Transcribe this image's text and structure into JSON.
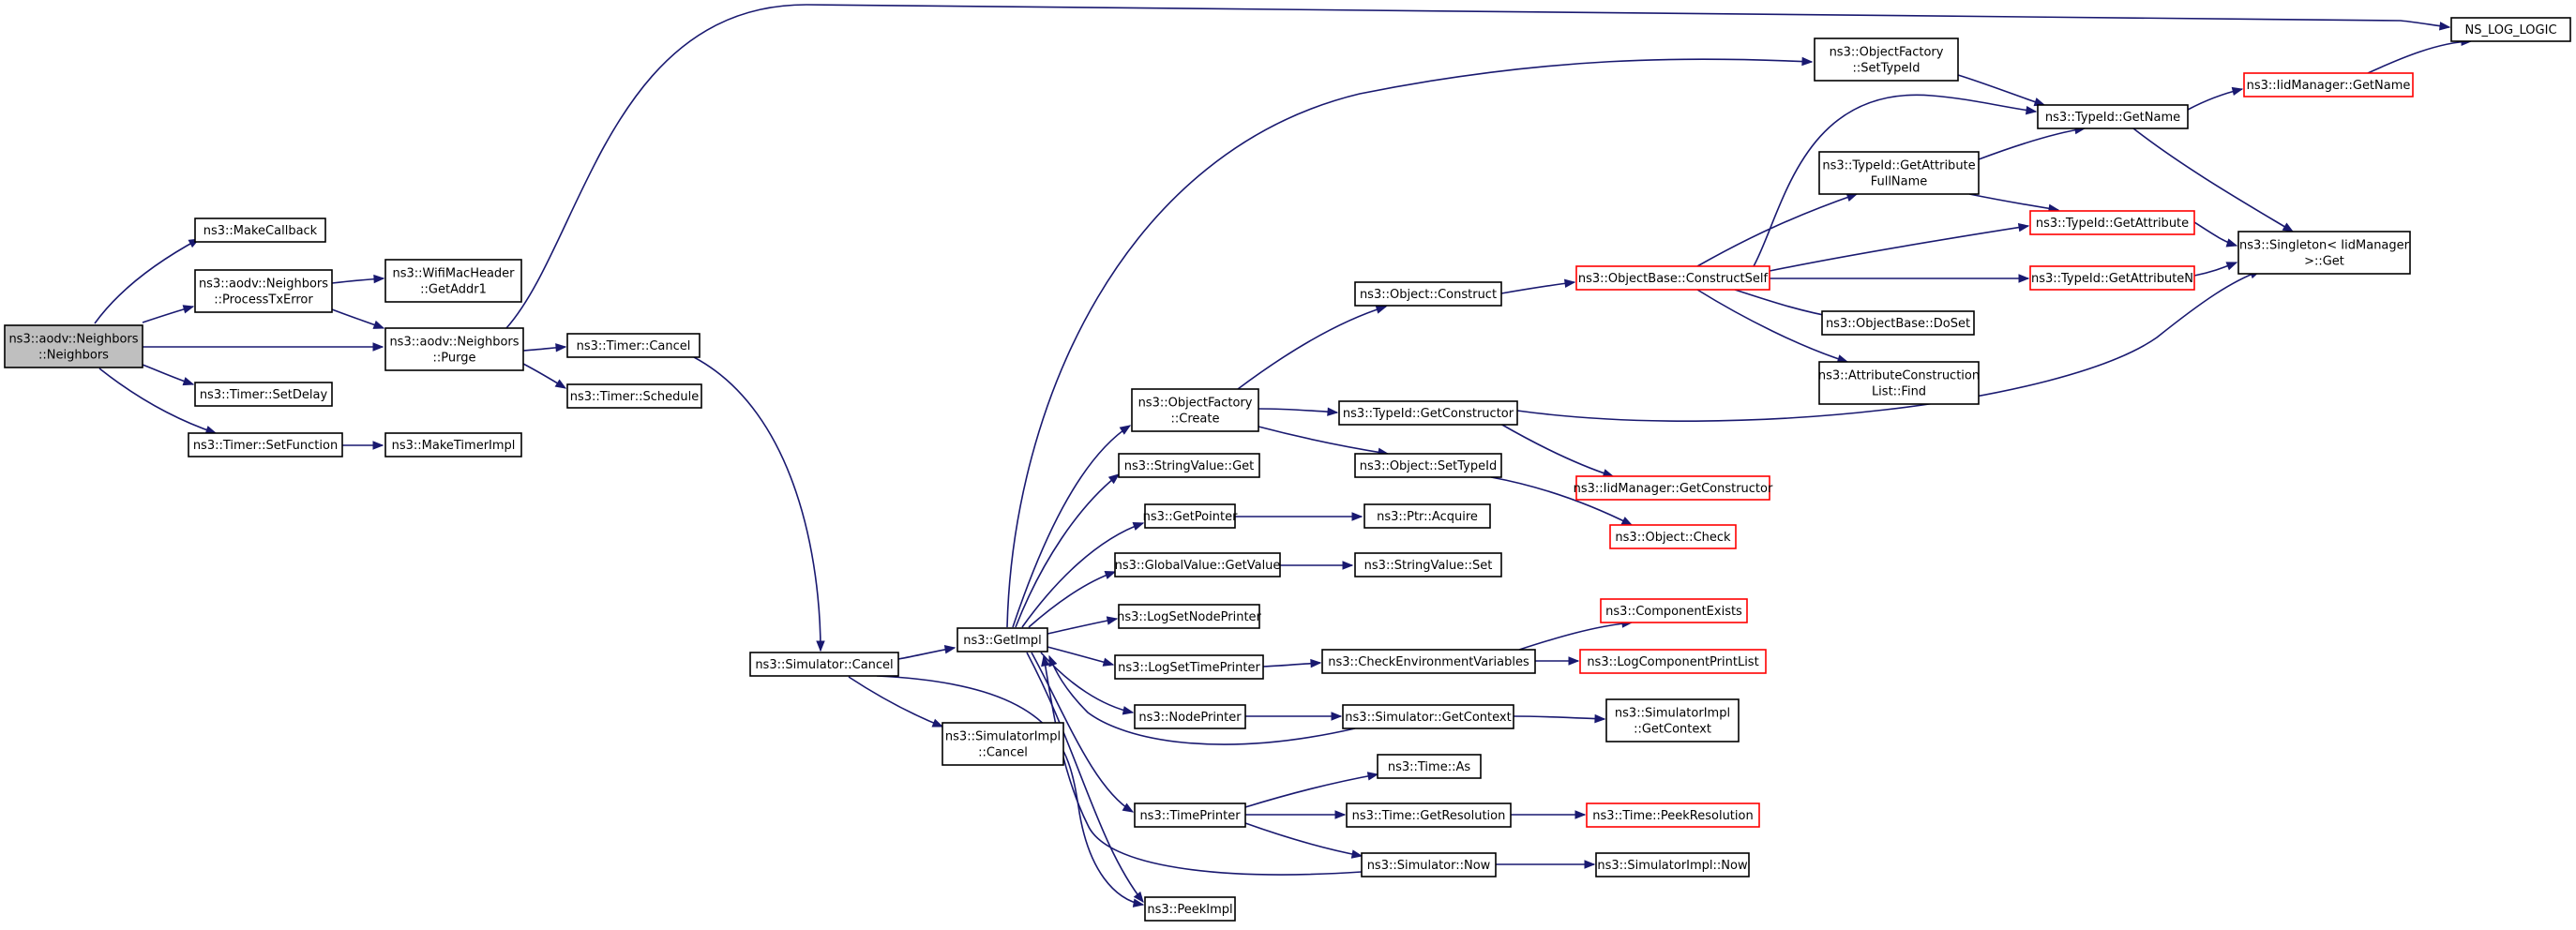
{
  "nodes": [
    {
      "id": "n_root",
      "lines": [
        "ns3::aodv::Neighbors",
        "::Neighbors"
      ],
      "border": "black",
      "fill": "#bfbfbf"
    },
    {
      "id": "n_makecallback",
      "lines": [
        "ns3::MakeCallback"
      ],
      "border": "black"
    },
    {
      "id": "n_processtxerror",
      "lines": [
        "ns3::aodv::Neighbors",
        "::ProcessTxError"
      ],
      "border": "black"
    },
    {
      "id": "n_setdelay",
      "lines": [
        "ns3::Timer::SetDelay"
      ],
      "border": "black"
    },
    {
      "id": "n_setfunction",
      "lines": [
        "ns3::Timer::SetFunction"
      ],
      "border": "black"
    },
    {
      "id": "n_getaddr1",
      "lines": [
        "ns3::WifiMacHeader",
        "::GetAddr1"
      ],
      "border": "black"
    },
    {
      "id": "n_purge",
      "lines": [
        "ns3::aodv::Neighbors",
        "::Purge"
      ],
      "border": "black"
    },
    {
      "id": "n_maketimerimpl",
      "lines": [
        "ns3::MakeTimerImpl"
      ],
      "border": "black"
    },
    {
      "id": "n_timercancel",
      "lines": [
        "ns3::Timer::Cancel"
      ],
      "border": "black"
    },
    {
      "id": "n_timerschedule",
      "lines": [
        "ns3::Timer::Schedule"
      ],
      "border": "black"
    },
    {
      "id": "n_simcancel",
      "lines": [
        "ns3::Simulator::Cancel"
      ],
      "border": "black"
    },
    {
      "id": "n_simimplcancel",
      "lines": [
        "ns3::SimulatorImpl",
        "::Cancel"
      ],
      "border": "black"
    },
    {
      "id": "n_getimpl",
      "lines": [
        "ns3::GetImpl"
      ],
      "border": "black"
    },
    {
      "id": "n_peekimpl",
      "lines": [
        "ns3::PeekImpl"
      ],
      "border": "black"
    },
    {
      "id": "n_ofcreate",
      "lines": [
        "ns3::ObjectFactory",
        "::Create"
      ],
      "border": "black"
    },
    {
      "id": "n_strvalget",
      "lines": [
        "ns3::StringValue::Get"
      ],
      "border": "black"
    },
    {
      "id": "n_getpointer",
      "lines": [
        "ns3::GetPointer"
      ],
      "border": "black"
    },
    {
      "id": "n_gvgetvalue",
      "lines": [
        "ns3::GlobalValue::GetValue"
      ],
      "border": "black"
    },
    {
      "id": "n_logsetnodeprinter",
      "lines": [
        "ns3::LogSetNodePrinter"
      ],
      "border": "black"
    },
    {
      "id": "n_logsettimeprinter",
      "lines": [
        "ns3::LogSetTimePrinter"
      ],
      "border": "black"
    },
    {
      "id": "n_nodeprinter",
      "lines": [
        "ns3::NodePrinter"
      ],
      "border": "black"
    },
    {
      "id": "n_timeprinter",
      "lines": [
        "ns3::TimePrinter"
      ],
      "border": "black"
    },
    {
      "id": "n_objconstruct",
      "lines": [
        "ns3::Object::Construct"
      ],
      "border": "black"
    },
    {
      "id": "n_tidgetctor",
      "lines": [
        "ns3::TypeId::GetConstructor"
      ],
      "border": "black"
    },
    {
      "id": "n_objsettypeid",
      "lines": [
        "ns3::Object::SetTypeId"
      ],
      "border": "black"
    },
    {
      "id": "n_ptracquire",
      "lines": [
        "ns3::Ptr::Acquire"
      ],
      "border": "black"
    },
    {
      "id": "n_strvalset",
      "lines": [
        "ns3::StringValue::Set"
      ],
      "border": "black"
    },
    {
      "id": "n_checkenv",
      "lines": [
        "ns3::CheckEnvironmentVariables"
      ],
      "border": "black"
    },
    {
      "id": "n_simgetcontext",
      "lines": [
        "ns3::Simulator::GetContext"
      ],
      "border": "black"
    },
    {
      "id": "n_timeas",
      "lines": [
        "ns3::Time::As"
      ],
      "border": "black"
    },
    {
      "id": "n_timegetres",
      "lines": [
        "ns3::Time::GetResolution"
      ],
      "border": "black"
    },
    {
      "id": "n_simnow",
      "lines": [
        "ns3::Simulator::Now"
      ],
      "border": "black"
    },
    {
      "id": "n_ofsettypeid",
      "lines": [
        "ns3::ObjectFactory",
        "::SetTypeId"
      ],
      "border": "black"
    },
    {
      "id": "n_obconstructself",
      "lines": [
        "ns3::ObjectBase::ConstructSelf"
      ],
      "border": "red"
    },
    {
      "id": "n_iidgetctor",
      "lines": [
        "ns3::IidManager::GetConstructor"
      ],
      "border": "red"
    },
    {
      "id": "n_objcheck",
      "lines": [
        "ns3::Object::Check"
      ],
      "border": "red"
    },
    {
      "id": "n_compexists",
      "lines": [
        "ns3::ComponentExists"
      ],
      "border": "red"
    },
    {
      "id": "n_logcompprint",
      "lines": [
        "ns3::LogComponentPrintList"
      ],
      "border": "red"
    },
    {
      "id": "n_simimplgetctx",
      "lines": [
        "ns3::SimulatorImpl",
        "::GetContext"
      ],
      "border": "black"
    },
    {
      "id": "n_timepeekres",
      "lines": [
        "ns3::Time::PeekResolution"
      ],
      "border": "red"
    },
    {
      "id": "n_simimplnow",
      "lines": [
        "ns3::SimulatorImpl::Now"
      ],
      "border": "black"
    },
    {
      "id": "n_tidgetattrfull",
      "lines": [
        "ns3::TypeId::GetAttribute",
        "FullName"
      ],
      "border": "black"
    },
    {
      "id": "n_obdoset",
      "lines": [
        "ns3::ObjectBase::DoSet"
      ],
      "border": "black"
    },
    {
      "id": "n_acfind",
      "lines": [
        "ns3::AttributeConstruction",
        "List::Find"
      ],
      "border": "black"
    },
    {
      "id": "n_tidgetname",
      "lines": [
        "ns3::TypeId::GetName"
      ],
      "border": "black"
    },
    {
      "id": "n_tidgetattr",
      "lines": [
        "ns3::TypeId::GetAttribute"
      ],
      "border": "red"
    },
    {
      "id": "n_tidgetattrn",
      "lines": [
        "ns3::TypeId::GetAttributeN"
      ],
      "border": "red"
    },
    {
      "id": "n_iidgetname",
      "lines": [
        "ns3::IidManager::GetName"
      ],
      "border": "red"
    },
    {
      "id": "n_singletonget",
      "lines": [
        "ns3::Singleton< IidManager",
        " >::Get"
      ],
      "border": "black"
    },
    {
      "id": "n_nslog",
      "lines": [
        "NS_LOG_LOGIC"
      ],
      "border": "black"
    }
  ],
  "edges": [
    [
      "n_root",
      "n_makecallback"
    ],
    [
      "n_root",
      "n_processtxerror"
    ],
    [
      "n_root",
      "n_purge"
    ],
    [
      "n_root",
      "n_setdelay"
    ],
    [
      "n_root",
      "n_setfunction"
    ],
    [
      "n_processtxerror",
      "n_getaddr1"
    ],
    [
      "n_processtxerror",
      "n_purge"
    ],
    [
      "n_setfunction",
      "n_maketimerimpl"
    ],
    [
      "n_purge",
      "n_nslog"
    ],
    [
      "n_purge",
      "n_timercancel"
    ],
    [
      "n_purge",
      "n_timerschedule"
    ],
    [
      "n_timercancel",
      "n_simcancel"
    ],
    [
      "n_simcancel",
      "n_getimpl"
    ],
    [
      "n_simcancel",
      "n_simimplcancel"
    ],
    [
      "n_simcancel",
      "n_peekimpl"
    ],
    [
      "n_getimpl",
      "n_ofsettypeid"
    ],
    [
      "n_getimpl",
      "n_ofcreate"
    ],
    [
      "n_getimpl",
      "n_strvalget"
    ],
    [
      "n_getimpl",
      "n_getpointer"
    ],
    [
      "n_getimpl",
      "n_gvgetvalue"
    ],
    [
      "n_getimpl",
      "n_logsetnodeprinter"
    ],
    [
      "n_getimpl",
      "n_logsettimeprinter"
    ],
    [
      "n_getimpl",
      "n_nodeprinter"
    ],
    [
      "n_getimpl",
      "n_timeprinter"
    ],
    [
      "n_getimpl",
      "n_peekimpl"
    ],
    [
      "n_simgetcontext",
      "n_getimpl"
    ],
    [
      "n_simnow",
      "n_getimpl"
    ],
    [
      "n_ofcreate",
      "n_objconstruct"
    ],
    [
      "n_ofcreate",
      "n_tidgetctor"
    ],
    [
      "n_ofcreate",
      "n_objsettypeid"
    ],
    [
      "n_getpointer",
      "n_ptracquire"
    ],
    [
      "n_gvgetvalue",
      "n_strvalset"
    ],
    [
      "n_logsettimeprinter",
      "n_checkenv"
    ],
    [
      "n_nodeprinter",
      "n_simgetcontext"
    ],
    [
      "n_timeprinter",
      "n_timeas"
    ],
    [
      "n_timeprinter",
      "n_timegetres"
    ],
    [
      "n_timeprinter",
      "n_simnow"
    ],
    [
      "n_objconstruct",
      "n_obconstructself"
    ],
    [
      "n_tidgetctor",
      "n_iidgetctor"
    ],
    [
      "n_tidgetctor",
      "n_singletonget"
    ],
    [
      "n_objsettypeid",
      "n_objcheck"
    ],
    [
      "n_checkenv",
      "n_compexists"
    ],
    [
      "n_checkenv",
      "n_logcompprint"
    ],
    [
      "n_simgetcontext",
      "n_simimplgetctx"
    ],
    [
      "n_timegetres",
      "n_timepeekres"
    ],
    [
      "n_simnow",
      "n_simimplnow"
    ],
    [
      "n_obconstructself",
      "n_tidgetname"
    ],
    [
      "n_obconstructself",
      "n_tidgetattrfull"
    ],
    [
      "n_obconstructself",
      "n_tidgetattr"
    ],
    [
      "n_obconstructself",
      "n_tidgetattrn"
    ],
    [
      "n_obconstructself",
      "n_obdoset"
    ],
    [
      "n_obconstructself",
      "n_acfind"
    ],
    [
      "n_ofsettypeid",
      "n_tidgetname"
    ],
    [
      "n_tidgetattrfull",
      "n_tidgetname"
    ],
    [
      "n_tidgetattrfull",
      "n_tidgetattr"
    ],
    [
      "n_tidgetattr",
      "n_singletonget"
    ],
    [
      "n_tidgetattrn",
      "n_singletonget"
    ],
    [
      "n_tidgetname",
      "n_iidgetname"
    ],
    [
      "n_tidgetname",
      "n_singletonget"
    ],
    [
      "n_iidgetname",
      "n_nslog"
    ]
  ]
}
